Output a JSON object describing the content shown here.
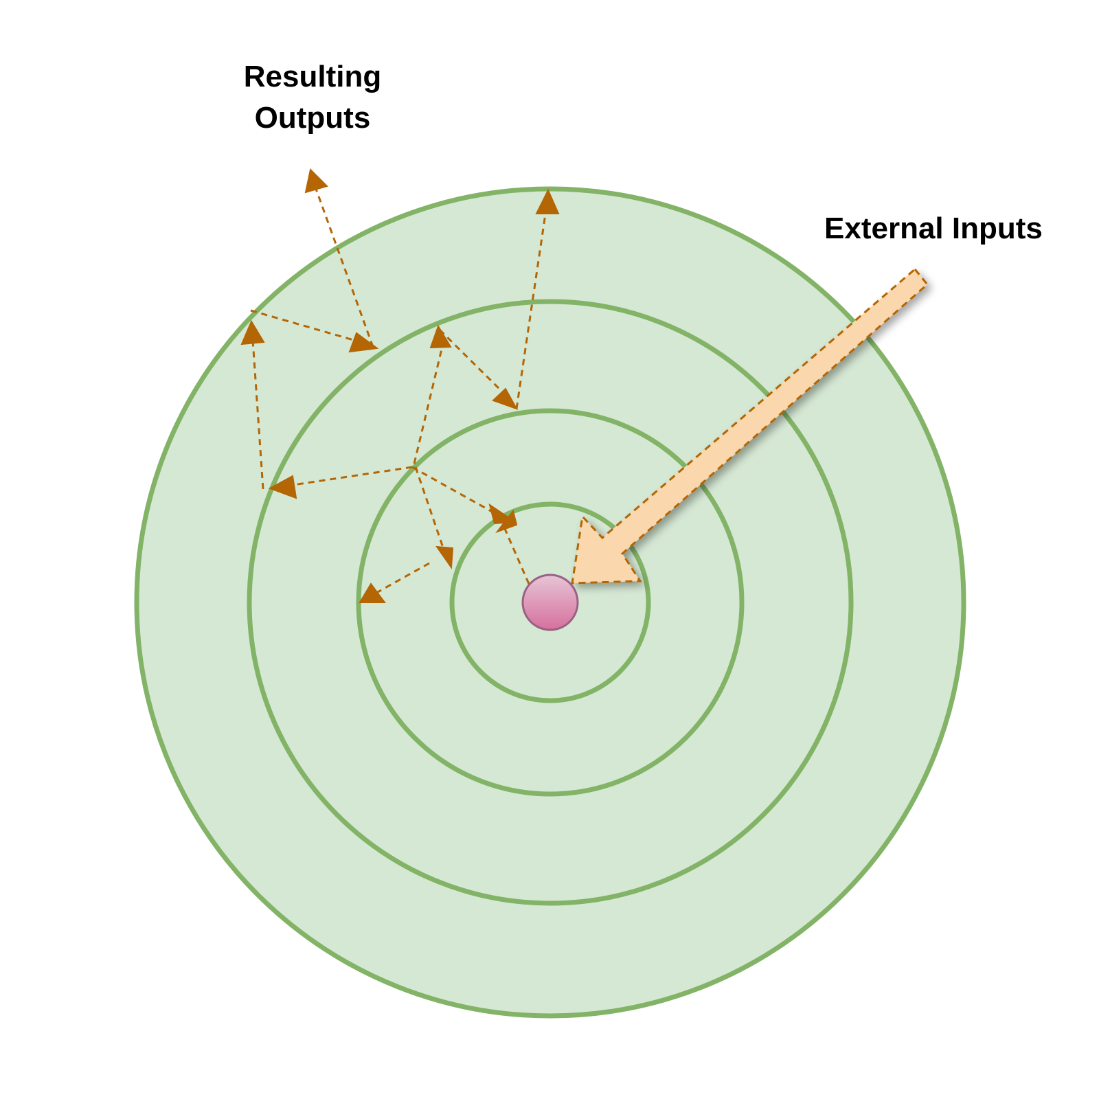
{
  "labels": {
    "resulting_outputs_line1": "Resulting",
    "resulting_outputs_line2": "Outputs",
    "external_inputs": "External Inputs"
  },
  "colors": {
    "ring_fill": "#d5e8d4",
    "ring_stroke": "#82b366",
    "arrow_stroke": "#b46504",
    "input_arrow_fill": "#fad7ac",
    "core_fill_top": "#e6c5d6",
    "core_fill_bottom": "#d7709d",
    "core_stroke": "#996185",
    "text": "#000000"
  },
  "ring_count": 4,
  "icons": {
    "core": "core-node-circle",
    "input": "external-input-arrow-icon",
    "propagation": "dashed-propagation-arrow-icon"
  }
}
